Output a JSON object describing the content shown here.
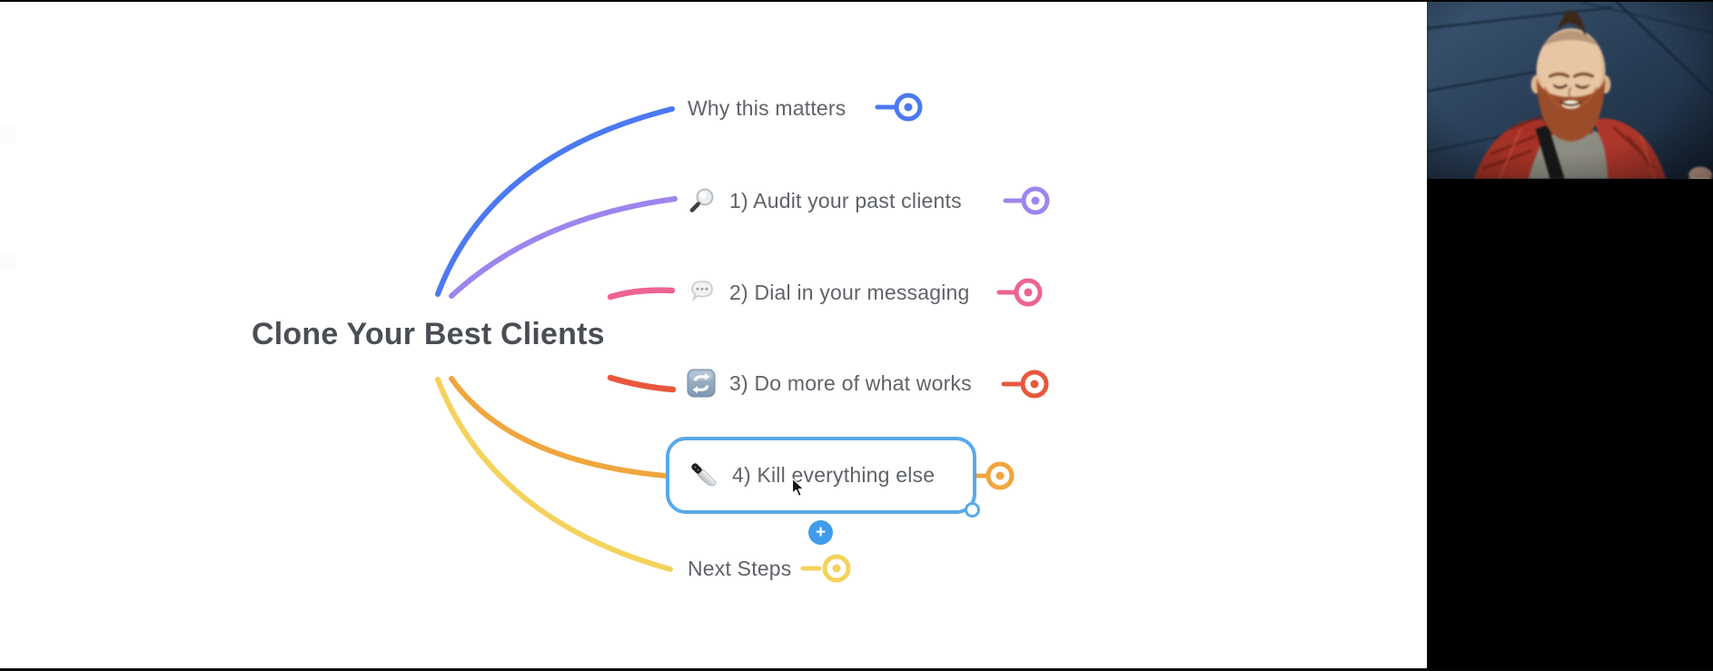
{
  "window": {
    "background": "#000000",
    "canvas_background": "#ffffff"
  },
  "mindmap": {
    "root": {
      "title": "Clone Your Best Clients"
    },
    "branches": [
      {
        "label": "Why this matters",
        "color": "#4b79f1",
        "icon": "none",
        "selected": false
      },
      {
        "label": "1) Audit your past clients",
        "color": "#9d85ee",
        "icon": "magnifying-glass",
        "selected": false
      },
      {
        "label": "2) Dial in your messaging",
        "color": "#ee6391",
        "icon": "speech-balloon",
        "selected": false
      },
      {
        "label": "3) Do more of what works",
        "color": "#e9573d",
        "icon": "repeat-loop",
        "selected": false
      },
      {
        "label": "4) Kill everything else",
        "color": "#f0a63e",
        "icon": "kitchen-knife",
        "selected": true
      },
      {
        "label": "Next Steps",
        "color": "#f4d25c",
        "icon": "none",
        "selected": false
      }
    ],
    "selection": {
      "border_color": "#58a9e9"
    },
    "add_button": {
      "label": "+",
      "color": "#3f9ceb"
    },
    "text_color": "#5f6368",
    "title_color": "#4a4e53"
  },
  "webcam": {
    "label": "presenter-webcam"
  },
  "cursor": {
    "type": "arrow"
  }
}
